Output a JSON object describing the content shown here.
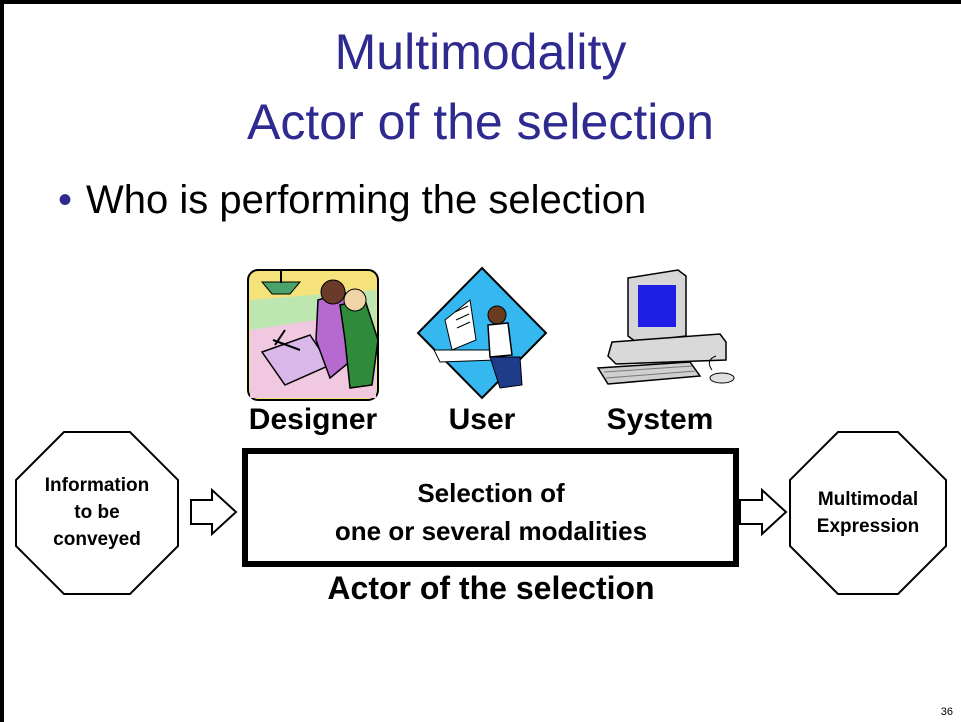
{
  "slide": {
    "title_line1": "Multimodality",
    "title_line2": "Actor of the selection",
    "bullet": "Who is performing the selection",
    "page_number": "36"
  },
  "actors": [
    {
      "label": "Designer",
      "icon": "designer-clipart-icon"
    },
    {
      "label": "User",
      "icon": "user-at-computer-clipart-icon"
    },
    {
      "label": "System",
      "icon": "desktop-computer-clipart-icon"
    }
  ],
  "diagram": {
    "input_octagon": [
      "Information",
      "to be",
      "conveyed"
    ],
    "center_box": [
      "Selection of",
      "one or several modalities"
    ],
    "output_octagon": [
      "Multimodal",
      "Expression"
    ],
    "bottom_label": "Actor of the selection"
  },
  "colors": {
    "title": "#2e2a8f",
    "monitor_screen": "#1e1ee6"
  }
}
